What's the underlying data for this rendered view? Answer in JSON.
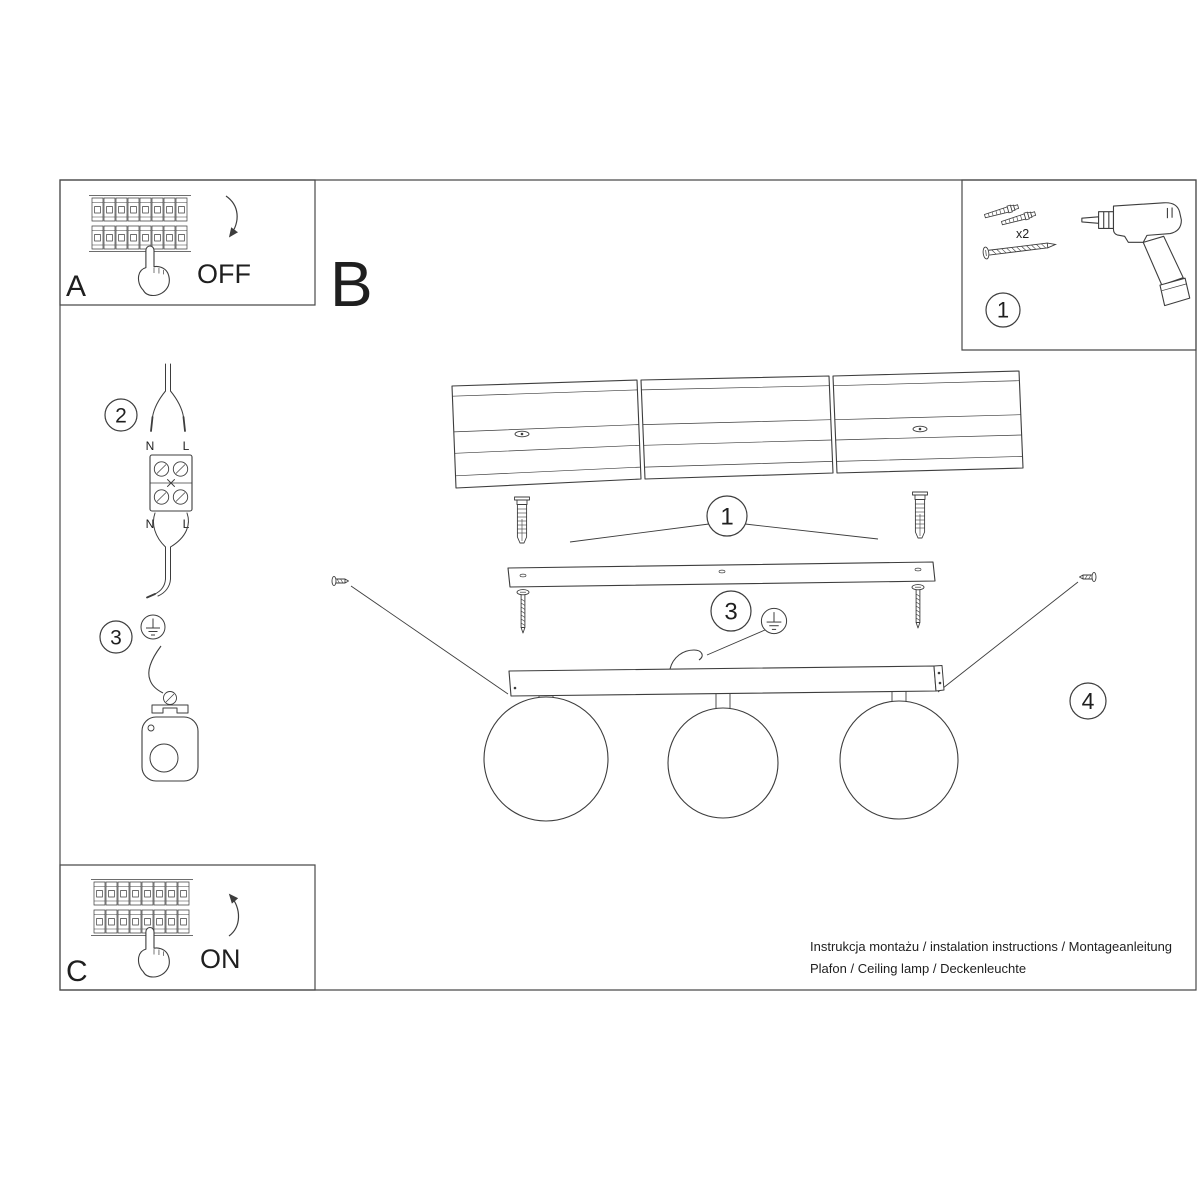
{
  "sheet": {
    "step_a_label": "A",
    "step_b_label": "B",
    "step_c_label": "C",
    "breaker_off": "OFF",
    "breaker_on": "ON",
    "tools_box_number": "1",
    "dowel_quantity": "x2",
    "wiring_step_number": "2",
    "wire_neutral_top": "N",
    "wire_live_top": "L",
    "wire_neutral_bottom": "N",
    "wire_live_bottom": "L",
    "ground_step_number": "3",
    "dowel_callout_number": "1",
    "ground_callout_number": "3",
    "screw_callout_number": "4"
  },
  "footer": {
    "line1": "Instrukcja montażu / instalation instructions / Montageanleitung",
    "line2": "Plafon / Ceiling lamp / Deckenleuchte"
  },
  "colors": {
    "ink": "#3d3d3d",
    "text": "#1f1f1f",
    "background": "#ffffff"
  }
}
